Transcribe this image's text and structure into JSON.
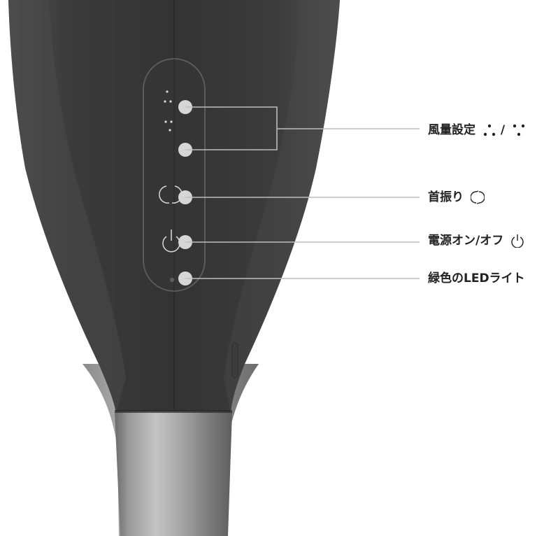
{
  "labels": {
    "fan_speed": "風量設定",
    "fan_speed_separator": "/",
    "oscillation": "首振り",
    "power": "電源オン/オフ",
    "led": "緑色のLEDライト"
  },
  "colors": {
    "body_dark": "#3a3a3a",
    "body_mid": "#4a4a4a",
    "panel_outline": "#666666",
    "callout_dot": "#d6d6d6",
    "leader_line": "#bdbdbd",
    "metal_base": "#8e8e8e",
    "text": "#222222"
  },
  "icons": {
    "fan_speed_high": "three-dots-icon",
    "fan_speed_low": "three-dots-inverted-icon",
    "oscillation": "rotate-arrows-icon",
    "power": "power-icon",
    "led": "led-dot-icon"
  }
}
